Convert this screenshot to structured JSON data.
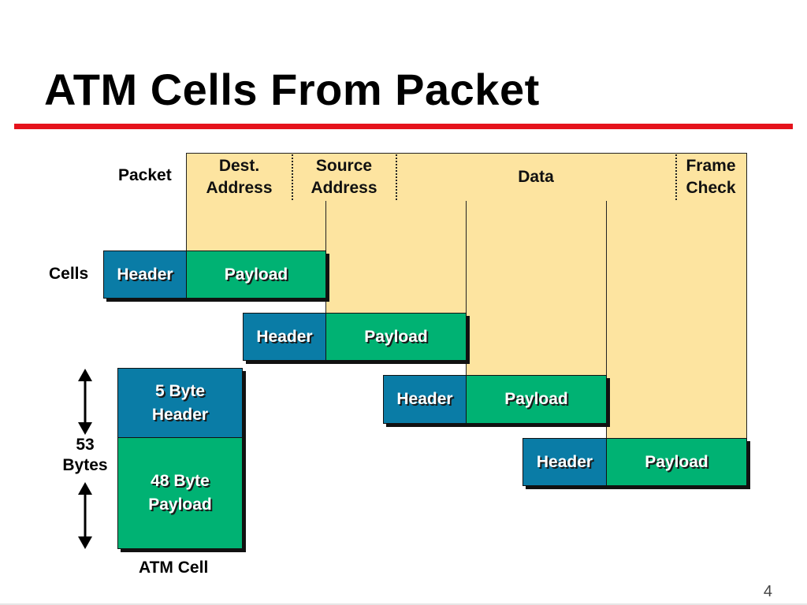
{
  "title": "ATM Cells From Packet",
  "page_number": "4",
  "colors": {
    "rule": "#e5131c",
    "header": "#0a7ca6",
    "payload": "#00b273",
    "packet": "#fde4a0"
  },
  "row_labels": {
    "packet": "Packet",
    "cells": "Cells"
  },
  "packet_fields": [
    {
      "label": "Dest.\nAddress"
    },
    {
      "label": "Source\nAddress"
    },
    {
      "label": "Data"
    },
    {
      "label": "Frame\nCheck"
    }
  ],
  "cells": [
    {
      "header": "Header",
      "payload": "Payload"
    },
    {
      "header": "Header",
      "payload": "Payload"
    },
    {
      "header": "Header",
      "payload": "Payload"
    },
    {
      "header": "Header",
      "payload": "Payload"
    }
  ],
  "atm_cell": {
    "header_label": "5 Byte\nHeader",
    "payload_label": "48 Byte\nPayload",
    "total": "53\nBytes",
    "caption": "ATM Cell"
  }
}
